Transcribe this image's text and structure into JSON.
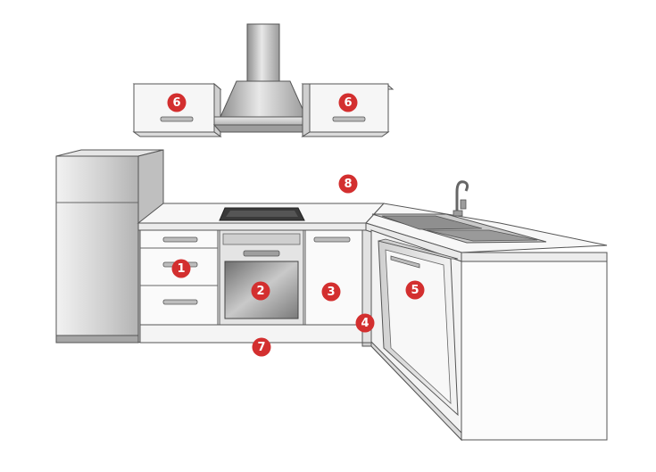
{
  "diagram": {
    "background": "#ffffff",
    "badge_color": "#d32f2f",
    "markers": [
      {
        "id": "m1",
        "label": "1"
      },
      {
        "id": "m2",
        "label": "2"
      },
      {
        "id": "m3",
        "label": "3"
      },
      {
        "id": "m4",
        "label": "4"
      },
      {
        "id": "m5",
        "label": "5"
      },
      {
        "id": "m6a",
        "label": "6"
      },
      {
        "id": "m6b",
        "label": "6"
      },
      {
        "id": "m7",
        "label": "7"
      },
      {
        "id": "m8",
        "label": "8"
      }
    ]
  }
}
